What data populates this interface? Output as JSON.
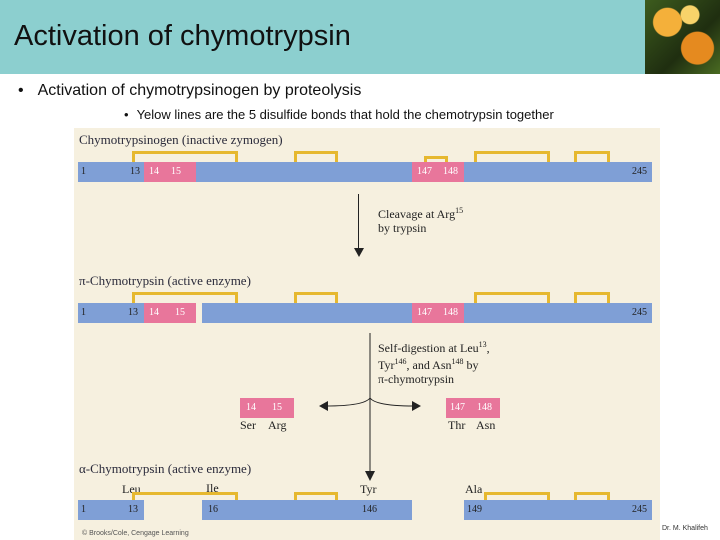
{
  "title": "Activation of chymotrypsin",
  "bullets": [
    "Activation of chymotrypsinogen by proteolysis",
    "Yelow lines are the 5 disulfide bonds that hold the chemotrypsin together"
  ],
  "figure": {
    "headings": {
      "zymogen": "Chymotrypsinogen (inactive zymogen)",
      "pi": "π-Chymotrypsin (active enzyme)",
      "alpha": "α-Chymotrypsin (active enzyme)"
    },
    "zymogen_numbers": [
      "1",
      "13",
      "14",
      "15",
      "147",
      "148",
      "245"
    ],
    "pi_numbers": [
      "1",
      "13",
      "14",
      "15",
      "147",
      "148",
      "245"
    ],
    "cleavage1": {
      "line1": "Cleavage at Arg",
      "sup": "15",
      "line2": "by trypsin"
    },
    "cleavage2": {
      "line1": "Self-digestion at Leu",
      "sup1": "13",
      "line1_end": ",",
      "line2": "Tyr",
      "sup2": "146",
      "line2_mid": ", and Asn",
      "sup3": "148",
      "line2_end": " by",
      "line3": "π-chymotrypsin"
    },
    "released_left": {
      "nums": [
        "14",
        "15"
      ],
      "residues": [
        "Ser",
        "Arg"
      ]
    },
    "released_right": {
      "nums": [
        "147",
        "148"
      ],
      "residues": [
        "Thr",
        "Asn"
      ]
    },
    "alpha_residues": [
      "Leu",
      "Ile",
      "Tyr",
      "Ala"
    ],
    "alpha_numbers": [
      "1",
      "13",
      "16",
      "146",
      "149",
      "245"
    ],
    "credit": "© Brooks/Cole, Cengage Learning"
  },
  "author": "Dr. M. Khalifeh",
  "colors": {
    "chain": "#7f9fd6",
    "excised": "#e8769b",
    "disulfide": "#e6b82f",
    "header": "#8ccfcf"
  }
}
